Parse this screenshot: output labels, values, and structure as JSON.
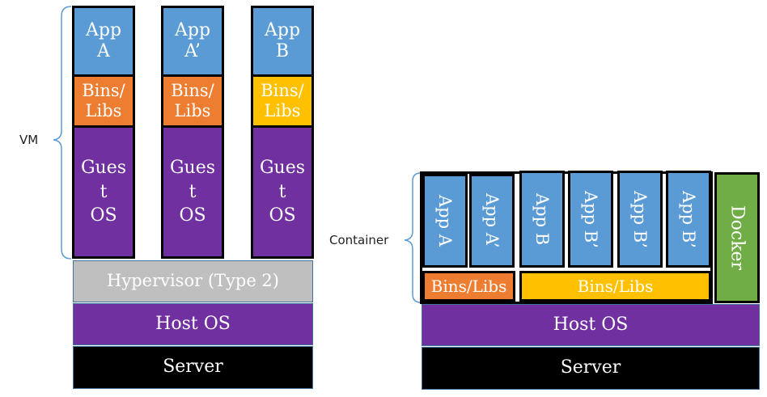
{
  "colors": {
    "app": "#5b9bd5",
    "bins_orange": "#ed7d31",
    "bins_yellow": "#ffc000",
    "guest_os": "#7030a0",
    "hypervisor": "#bfbfbf",
    "host_os": "#7030a0",
    "server": "#000000",
    "docker": "#70ad47",
    "border_dark": "#000000",
    "border_blue": "#41719c"
  },
  "vm": {
    "label": "VM",
    "columns": [
      {
        "app": "App\nA",
        "bins": "Bins/\nLibs",
        "os": "Gues\nt\nOS"
      },
      {
        "app": "App\nA’",
        "bins": "Bins/\nLibs",
        "os": "Gues\nt\nOS"
      },
      {
        "app": "App\nB",
        "bins": "Bins/\nLibs",
        "os": "Gues\nt\nOS"
      }
    ],
    "hypervisor": "Hypervisor (Type 2)",
    "host_os": "Host OS",
    "server": "Server"
  },
  "container": {
    "label": "Container",
    "apps": [
      "App A",
      "App A’",
      "App B",
      "App B’",
      "App B’",
      "App B’"
    ],
    "bins_left": "Bins/Libs",
    "bins_right": "Bins/Libs",
    "docker": "Docker",
    "host_os": "Host OS",
    "server": "Server"
  }
}
